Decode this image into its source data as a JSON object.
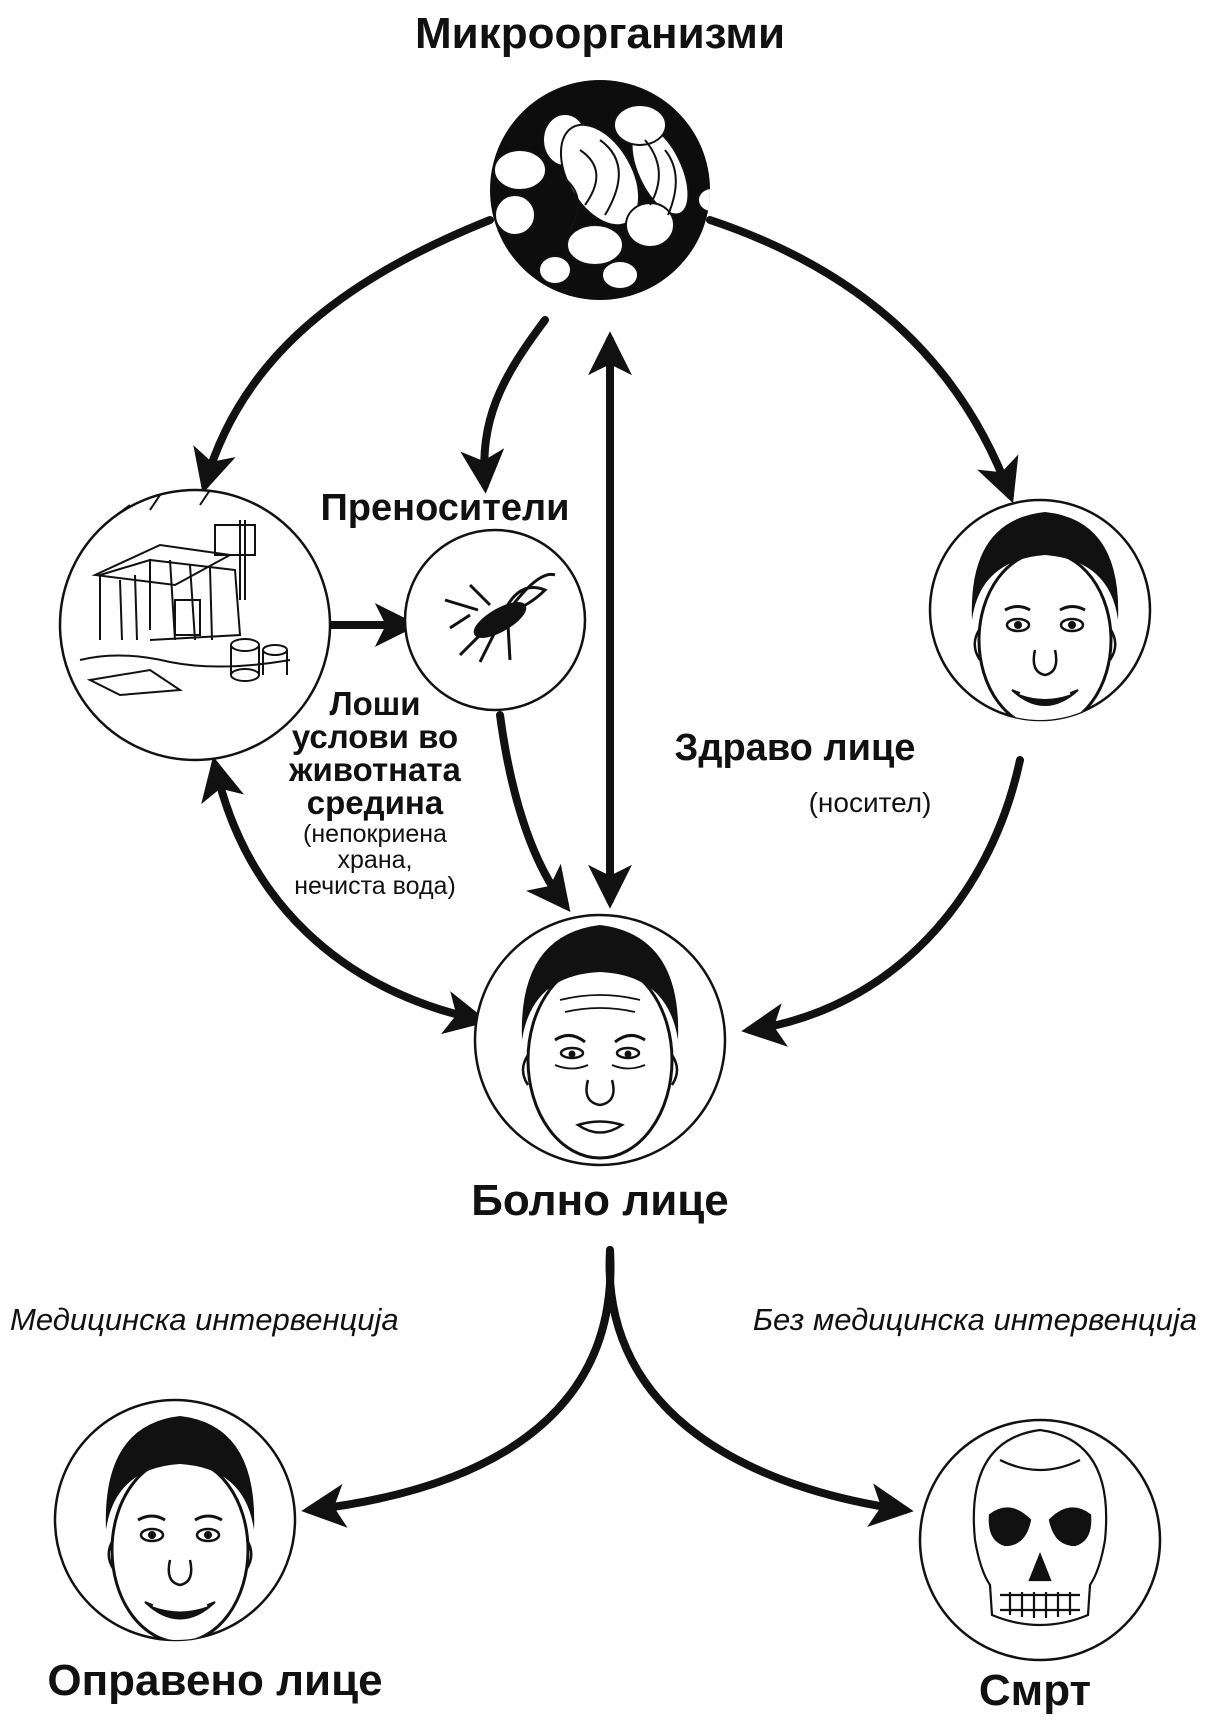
{
  "labels": {
    "microorganisms": "Микроорганизми",
    "vectors": "Преносители",
    "poor_conditions": [
      "Лоши",
      "услови во",
      "животната",
      "средина"
    ],
    "poor_conditions_note": [
      "(непокриена",
      "храна,",
      "нечиста вода)"
    ],
    "healthy_person": "Здраво лице",
    "healthy_person_note": "(носител)",
    "sick_person": "Болно лице",
    "medical_intervention": "Медицинска интервенција",
    "no_medical_intervention": "Без медицинска интервенција",
    "recovered_person": "Оправено лице",
    "death": "Смрт"
  },
  "colors": {
    "ink": "#111111",
    "paper": "#ffffff",
    "micro_fill": "#0d0d0d"
  },
  "icons": {
    "microorganisms": "bacteria-cluster-icon",
    "environment": "slum-shack-icon",
    "vector": "fly-icon",
    "healthy": "smiling-face-icon",
    "sick": "sick-face-icon",
    "recovered": "smiling-face-icon",
    "death": "skull-icon"
  }
}
